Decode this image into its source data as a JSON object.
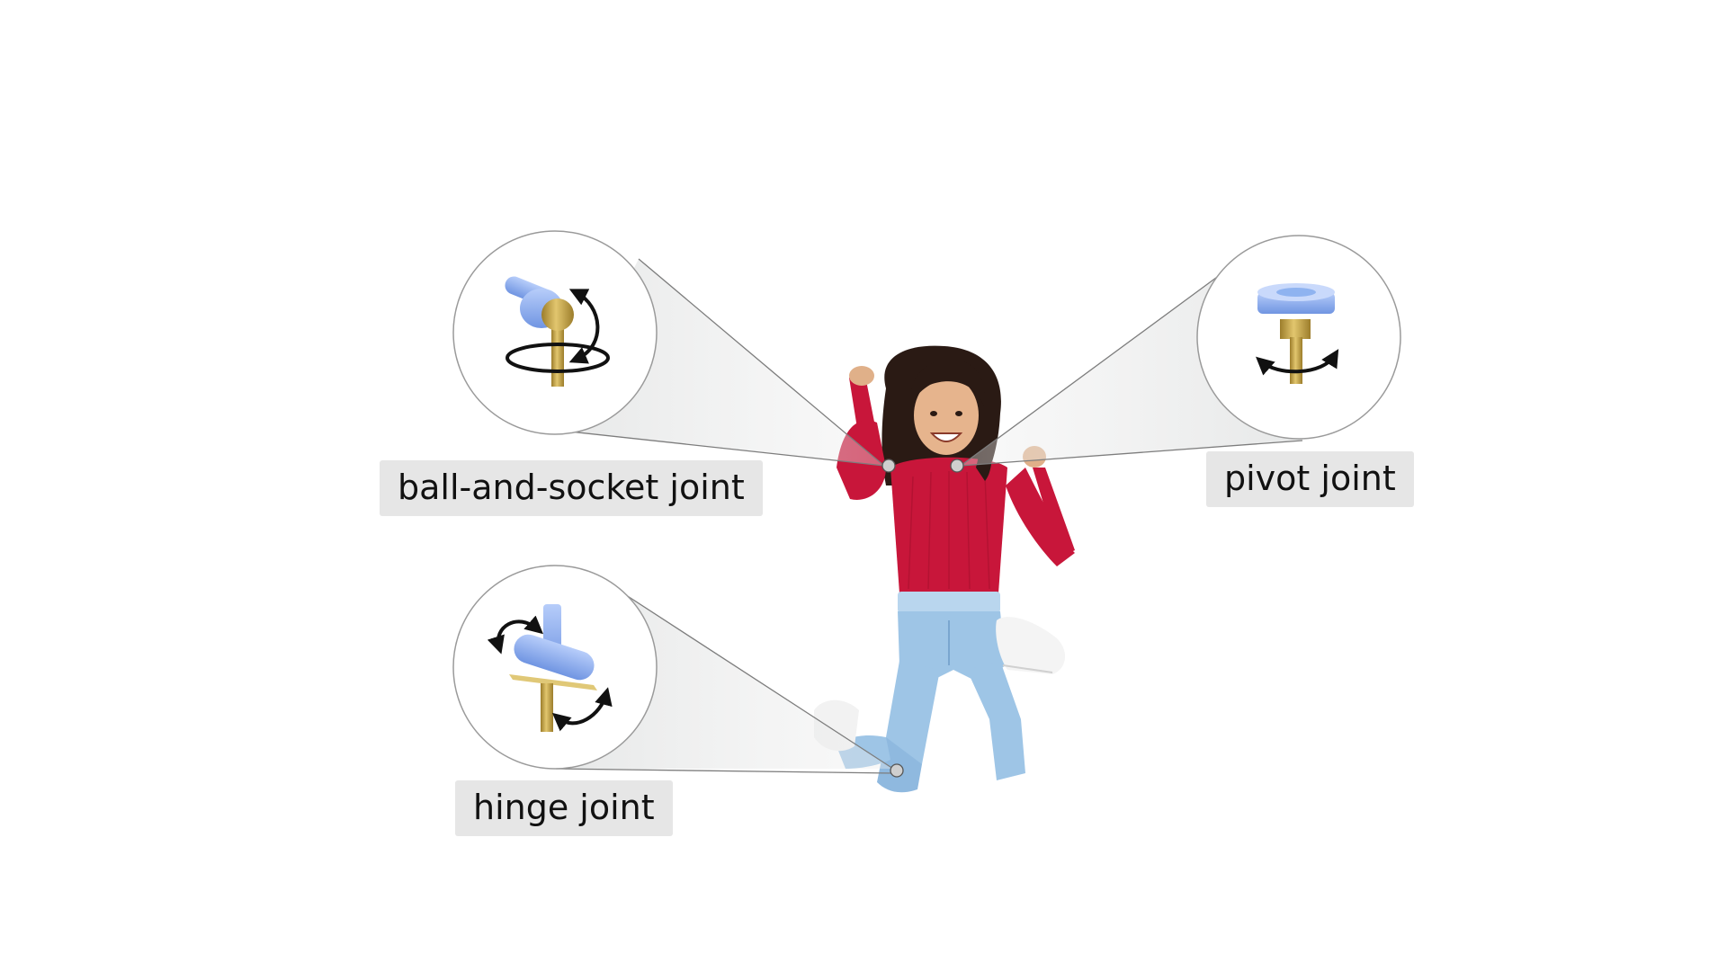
{
  "labels": {
    "ball_socket": "ball-and-socket joint",
    "pivot": "pivot joint",
    "hinge": "hinge joint"
  },
  "colors": {
    "bone_blue": "#8fb3f0",
    "bone_gold": "#c8a64a",
    "shirt_red": "#c8163a",
    "jeans_blue": "#9ec5e6",
    "label_bg": "#e6e6e6",
    "callout_fill": "#e9eaea",
    "circle_stroke": "#9a9a9a"
  },
  "icons": [
    "ball-and-socket-joint-icon",
    "pivot-joint-icon",
    "hinge-joint-icon"
  ]
}
